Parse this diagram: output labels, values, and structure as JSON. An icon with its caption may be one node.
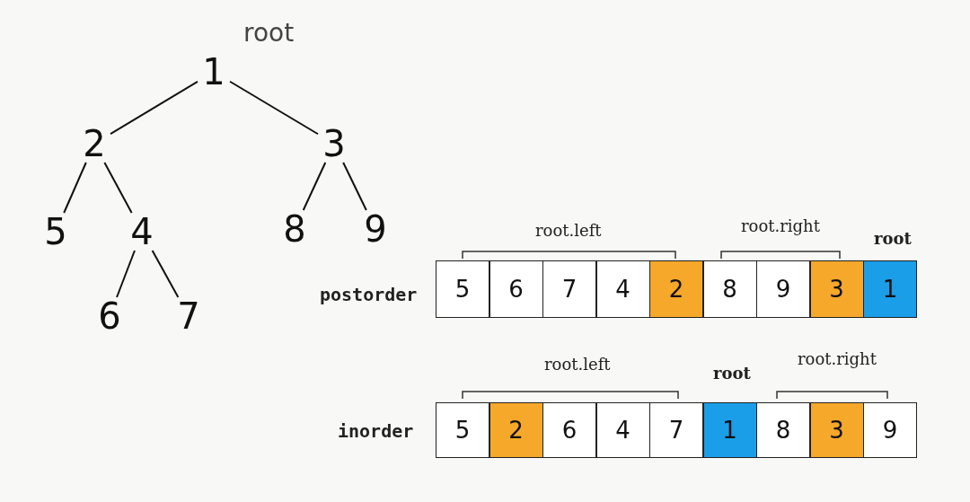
{
  "diagram": {
    "nodes": [
      {
        "text": [
          "1"
        ]
      },
      {
        "text": [
          "2"
        ]
      },
      {
        "text": [
          "3"
        ]
      },
      {
        "text": [
          "5"
        ]
      },
      {
        "text": [
          "4"
        ]
      },
      {
        "text": [
          "8"
        ]
      },
      {
        "text": [
          "9"
        ]
      },
      {
        "text": [
          "6"
        ]
      },
      {
        "text": [
          "7"
        ]
      },
      {
        "text": [
          "5"
        ]
      },
      {
        "text": [
          "6"
        ]
      },
      {
        "text": [
          "7"
        ]
      },
      {
        "text": [
          "4"
        ]
      },
      {
        "text": [
          "2"
        ]
      },
      {
        "text": [
          "8"
        ]
      },
      {
        "text": [
          "9"
        ]
      },
      {
        "text": [
          "3"
        ]
      },
      {
        "text": [
          "1"
        ]
      },
      {
        "text": [
          "5"
        ]
      },
      {
        "text": [
          "2"
        ]
      },
      {
        "text": [
          "6"
        ]
      },
      {
        "text": [
          "4"
        ]
      },
      {
        "text": [
          "7"
        ]
      },
      {
        "text": [
          "1"
        ]
      },
      {
        "text": [
          "8"
        ]
      },
      {
        "text": [
          "3"
        ]
      },
      {
        "text": [
          "9"
        ]
      }
    ],
    "edges": [
      {
        "from": 0,
        "to": 1,
        "arrow": "none"
      },
      {
        "from": 0,
        "to": 2,
        "arrow": "none"
      },
      {
        "from": 1,
        "to": 3,
        "arrow": "none"
      },
      {
        "from": 1,
        "to": 4,
        "arrow": "none"
      },
      {
        "from": 2,
        "to": 5,
        "arrow": "none"
      },
      {
        "from": 2,
        "to": 6,
        "arrow": "none"
      },
      {
        "from": 4,
        "to": 7,
        "arrow": "none"
      },
      {
        "from": 4,
        "to": 8,
        "arrow": "none"
      }
    ],
    "labels": [
      "root",
      "root.left",
      "root.right",
      "root",
      "postorder",
      "root.left",
      "root",
      "root.right",
      "inorder"
    ]
  }
}
